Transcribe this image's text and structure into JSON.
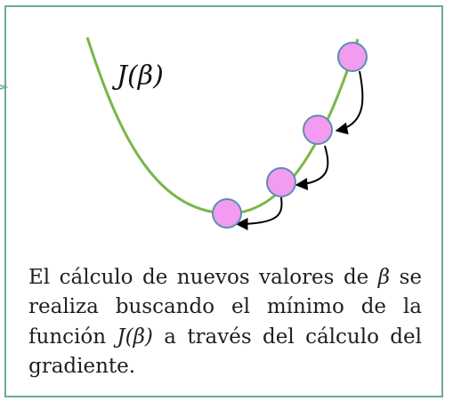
{
  "diagram": {
    "curve_label": "J(β)",
    "curve_color": "#7ab648",
    "point_fill": "#f29bf0",
    "point_stroke": "#5a8fb0",
    "arrow_color": "#000000",
    "frame_color": "#6fa89a"
  },
  "caption": {
    "part1": "El cálculo de nuevos valores de ",
    "symbol": "β",
    "part2": " se realiza buscando el mínimo de la función ",
    "function": "J(β)",
    "part3": " a través del cálculo del gradiente."
  }
}
